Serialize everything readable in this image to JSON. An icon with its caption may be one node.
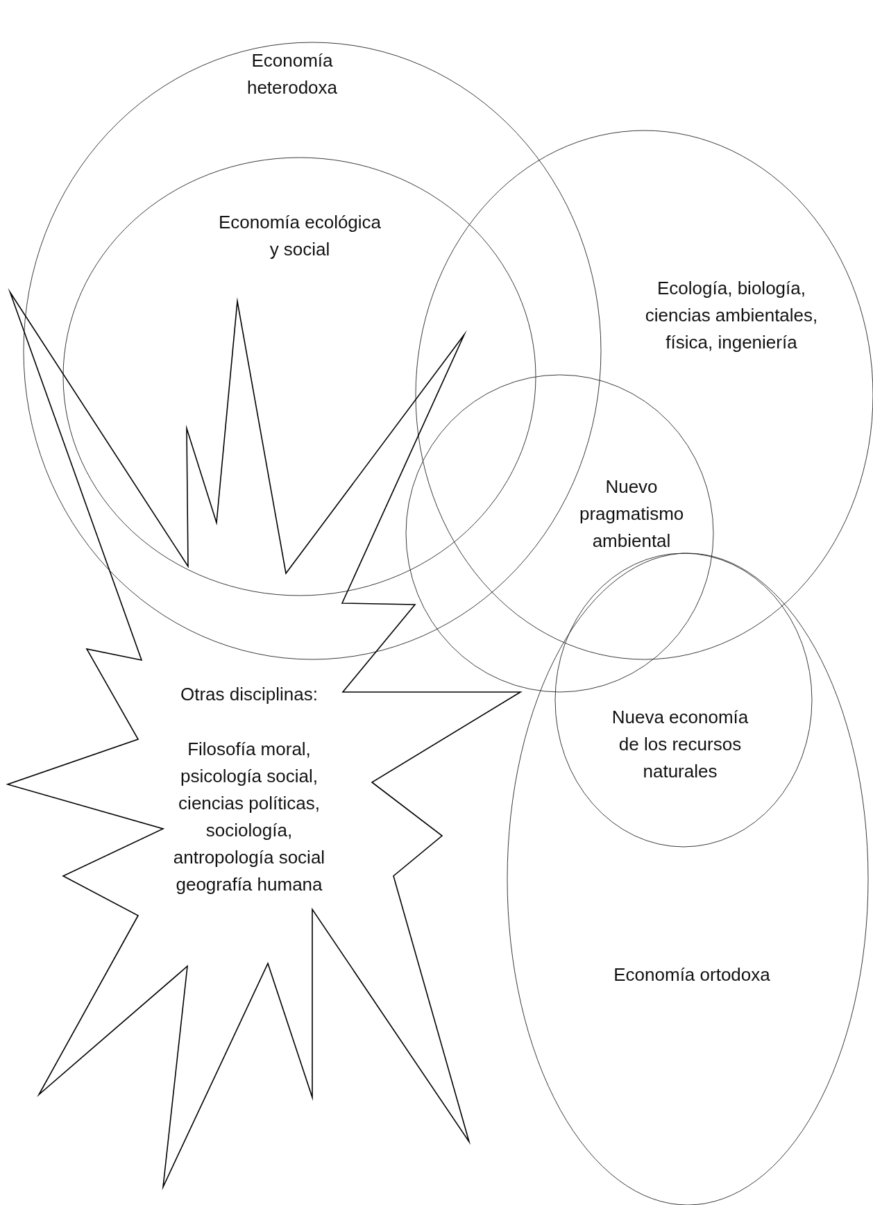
{
  "diagram": {
    "nodes": [
      {
        "text": [
          "Economía heterodoxa"
        ]
      },
      {
        "text": [
          "Economía ecológica y social"
        ],
        "in": 0
      },
      {
        "text": [
          "Ecología, biología, ciencias ambientales, física, ingeniería"
        ]
      },
      {
        "text": [
          "Nuevo pragmatismo ambiental"
        ]
      },
      {
        "text": [
          "Otras disciplinas:",
          "Filosofía moral, psicología social, ciencias políticas, sociología, antropología social geografía humana"
        ]
      },
      {
        "text": [
          "Economía ortodoxa"
        ]
      },
      {
        "text": [
          "Nueva economía de los recursos naturales"
        ],
        "in": 5
      }
    ]
  }
}
